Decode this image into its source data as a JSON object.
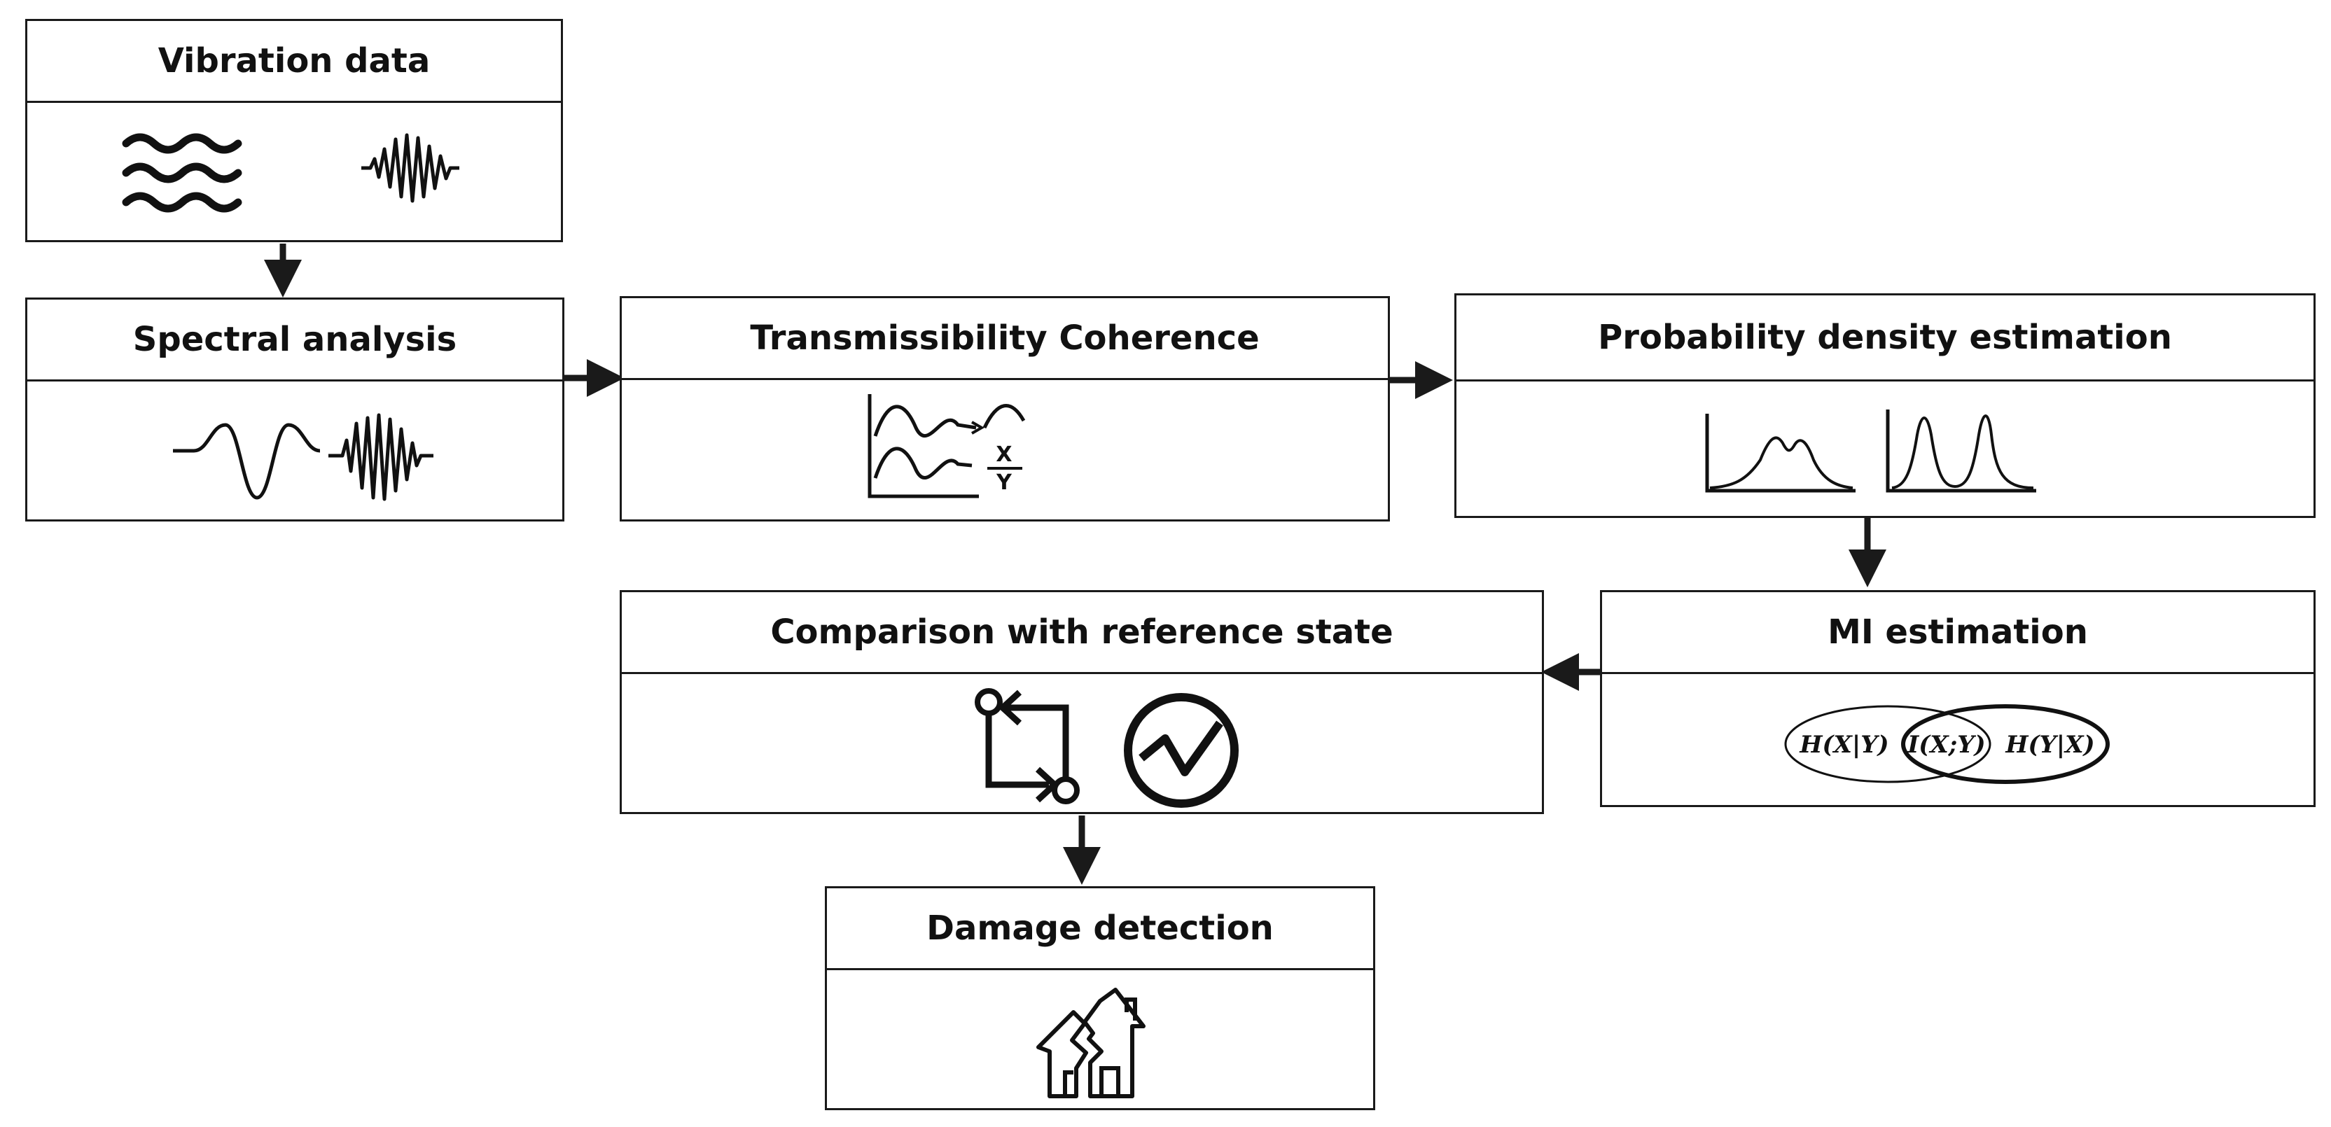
{
  "steps": {
    "vibration": {
      "title": "Vibration data",
      "icons": [
        "wave-lines-icon",
        "wave-burst-icon"
      ]
    },
    "spectral": {
      "title": "Spectral analysis",
      "icons": [
        "wave-pulse-icon",
        "wave-burst-icon"
      ]
    },
    "transmissibility": {
      "title": "Transmissibility Coherence",
      "icons": [
        "signal-ratio-icon"
      ],
      "ratio_numerator": "X",
      "ratio_denominator": "Y"
    },
    "probability": {
      "title": "Probability density estimation",
      "icons": [
        "density-curve-icon",
        "density-peaks-icon"
      ]
    },
    "mi": {
      "title": "MI estimation",
      "icons": [
        "venn-diagram-icon"
      ],
      "venn_left": "H(X|Y)",
      "venn_center": "I(X;Y)",
      "venn_right": "H(Y|X)"
    },
    "comparison": {
      "title": "Comparison with reference state",
      "icons": [
        "compare-arrows-icon",
        "trend-circle-icon"
      ]
    },
    "damage": {
      "title": "Damage detection",
      "icons": [
        "broken-house-icon"
      ]
    }
  },
  "colors": {
    "stroke": "#1a1a1a",
    "background": "#ffffff"
  }
}
